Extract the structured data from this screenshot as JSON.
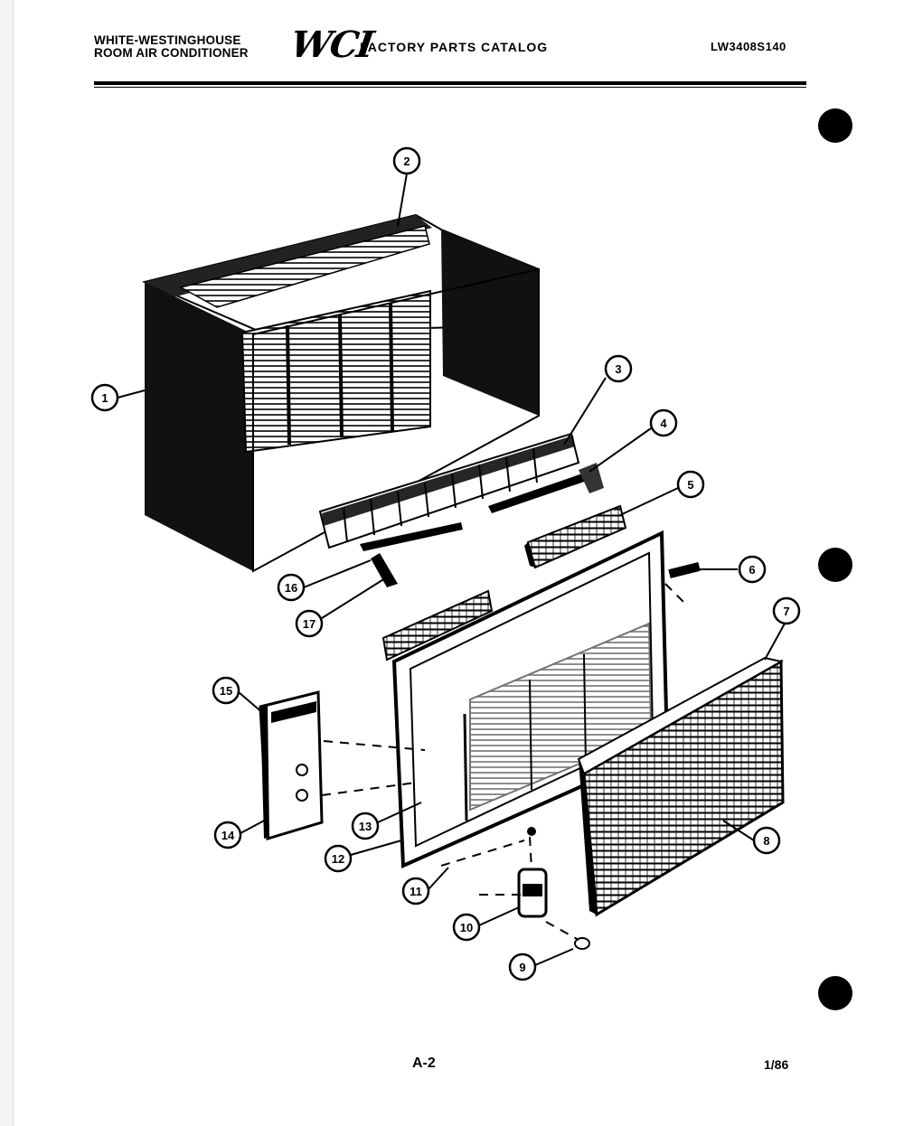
{
  "header": {
    "brand_line1": "WHITE-WESTINGHOUSE",
    "brand_line2": "ROOM AIR CONDITIONER",
    "logo": "WCI",
    "catalog_title": "FACTORY PARTS CATALOG",
    "catalog_number": "LW3408S140"
  },
  "callouts": [
    "1",
    "2",
    "3",
    "4",
    "5",
    "6",
    "7",
    "8",
    "9",
    "10",
    "11",
    "12",
    "13",
    "14",
    "15",
    "16",
    "17"
  ],
  "footer": {
    "page_label": "A-2",
    "date": "1/86"
  }
}
